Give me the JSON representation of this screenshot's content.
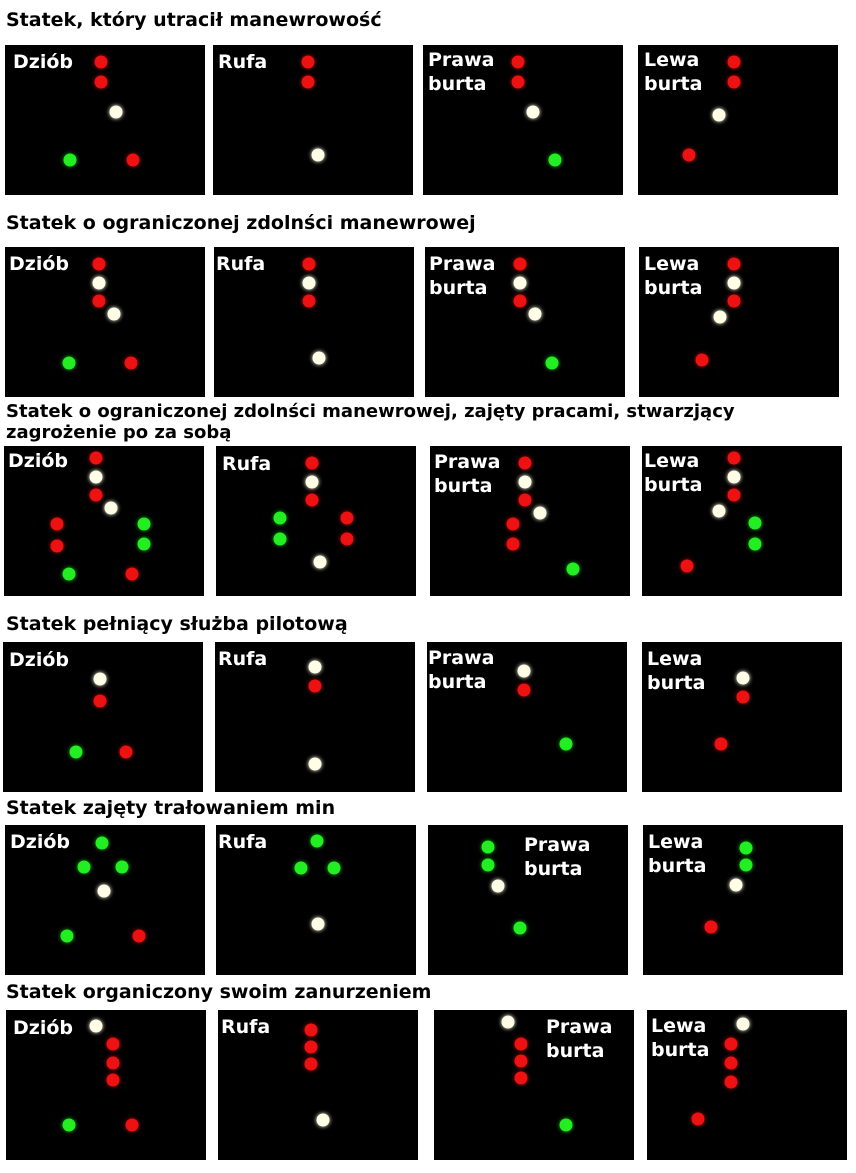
{
  "colors": {
    "red": "#ee1111",
    "white": "#fffde6",
    "green": "#22ee22",
    "panel": "#000000"
  },
  "sections": [
    {
      "title": "Statek, który utracił manewrowość",
      "panels": [
        {
          "label": "Dziób",
          "lights": [
            "red",
            "red",
            "white",
            "green",
            "red"
          ]
        },
        {
          "label": "Rufa",
          "lights": [
            "red",
            "red",
            "white"
          ]
        },
        {
          "label": "Prawa\nburta",
          "lights": [
            "red",
            "red",
            "white",
            "green"
          ]
        },
        {
          "label": "Lewa\nburta",
          "lights": [
            "red",
            "red",
            "white",
            "red"
          ]
        }
      ]
    },
    {
      "title": "Statek o ograniczonej zdolnści manewrowej",
      "panels": [
        {
          "label": "Dziób",
          "lights": [
            "red",
            "white",
            "red",
            "white",
            "green",
            "red"
          ]
        },
        {
          "label": "Rufa",
          "lights": [
            "red",
            "white",
            "red",
            "white"
          ]
        },
        {
          "label": "Prawa\nburta",
          "lights": [
            "red",
            "white",
            "red",
            "white",
            "green"
          ]
        },
        {
          "label": "Lewa\nburta",
          "lights": [
            "red",
            "white",
            "red",
            "white",
            "red"
          ]
        }
      ]
    },
    {
      "title": "Statek o ograniczonej zdolnści manewrowej, zajęty pracami, stwarzjący zagrożenie po za sobą",
      "panels": [
        {
          "label": "Dziób",
          "lights": [
            "red",
            "white",
            "red",
            "white",
            "red",
            "red",
            "green",
            "green",
            "green",
            "red"
          ]
        },
        {
          "label": "Rufa",
          "lights": [
            "red",
            "white",
            "red",
            "green",
            "green",
            "red",
            "red",
            "white"
          ]
        },
        {
          "label": "Prawa\nburta",
          "lights": [
            "red",
            "white",
            "red",
            "white",
            "red",
            "red",
            "green"
          ]
        },
        {
          "label": "Lewa\nburta",
          "lights": [
            "red",
            "white",
            "red",
            "white",
            "green",
            "green",
            "red"
          ]
        }
      ]
    },
    {
      "title": "Statek pełniący służba pilotową",
      "panels": [
        {
          "label": "Dziób",
          "lights": [
            "white",
            "red",
            "green",
            "red"
          ]
        },
        {
          "label": "Rufa",
          "lights": [
            "white",
            "red",
            "white"
          ]
        },
        {
          "label": "Prawa\nburta",
          "lights": [
            "white",
            "red",
            "green"
          ]
        },
        {
          "label": "Lewa\nburta",
          "lights": [
            "white",
            "red",
            "red"
          ]
        }
      ]
    },
    {
      "title": "Statek zajęty trałowaniem min",
      "panels": [
        {
          "label": "Dziób",
          "lights": [
            "green",
            "green",
            "green",
            "white",
            "green",
            "red"
          ]
        },
        {
          "label": "Rufa",
          "lights": [
            "green",
            "green",
            "green",
            "white"
          ]
        },
        {
          "label": "Prawa\nburta",
          "lights": [
            "green",
            "green",
            "white",
            "green"
          ]
        },
        {
          "label": "Lewa\nburta",
          "lights": [
            "green",
            "green",
            "white",
            "red"
          ]
        }
      ]
    },
    {
      "title": "Statek organiczony swoim zanurzeniem",
      "panels": [
        {
          "label": "Dziób",
          "lights": [
            "white",
            "red",
            "red",
            "red",
            "green",
            "red"
          ]
        },
        {
          "label": "Rufa",
          "lights": [
            "red",
            "red",
            "red",
            "white"
          ]
        },
        {
          "label": "Prawa\nburta",
          "lights": [
            "white",
            "red",
            "red",
            "red",
            "green"
          ]
        },
        {
          "label": "Lewa\nburta",
          "lights": [
            "white",
            "red",
            "red",
            "red",
            "red"
          ]
        }
      ]
    }
  ]
}
